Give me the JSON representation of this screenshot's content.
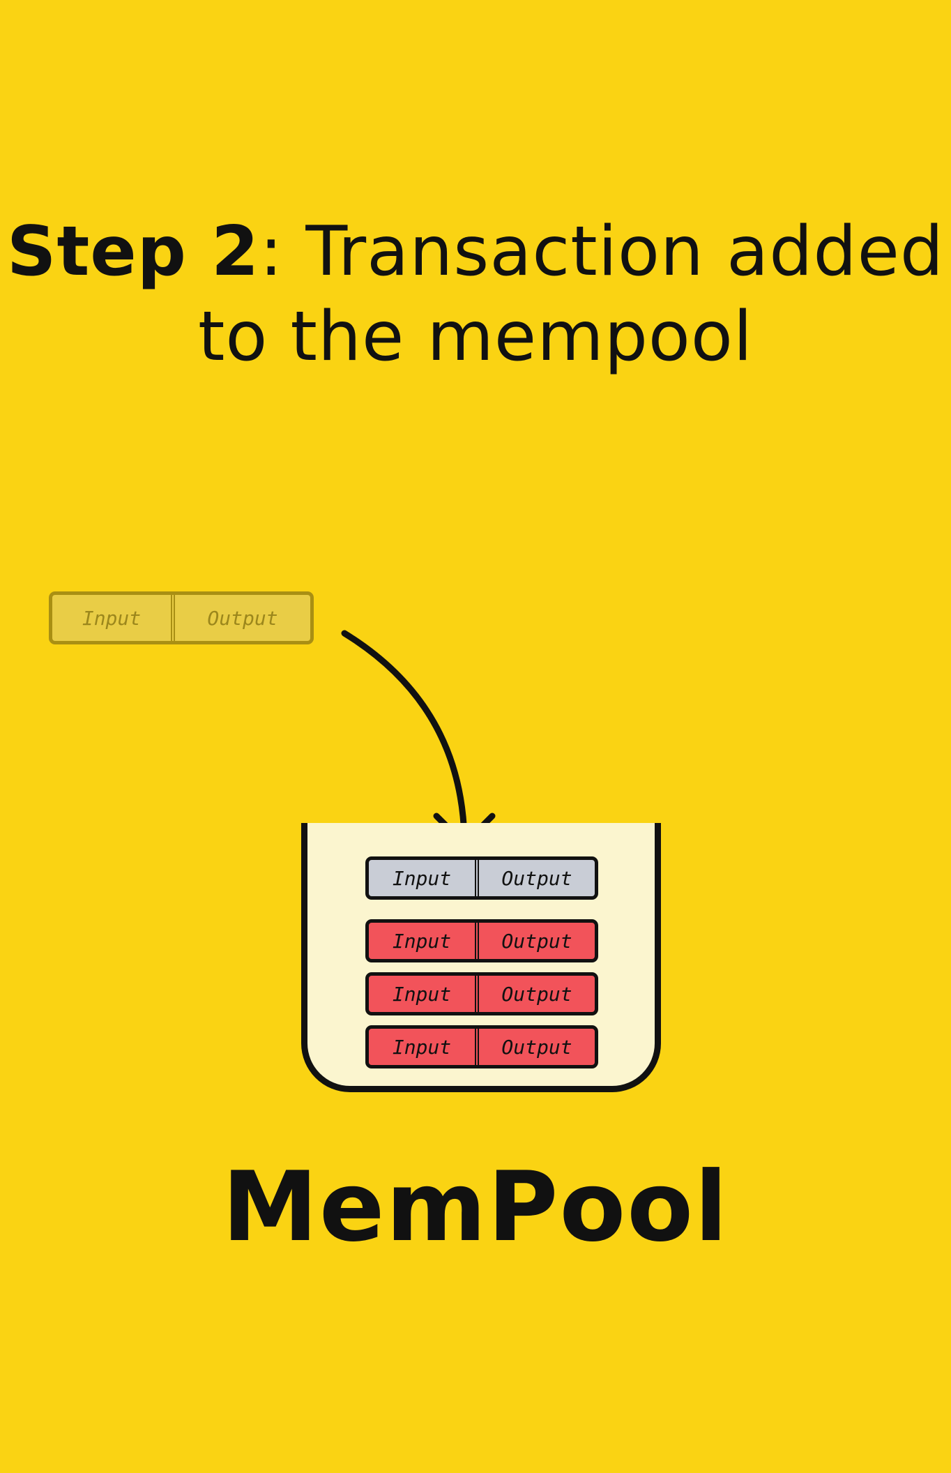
{
  "heading": {
    "step": "Step 2",
    "rest": ": Transaction added to the mempool"
  },
  "incoming_tx": {
    "input_label": "Input",
    "output_label": "Output"
  },
  "mempool": {
    "label": "MemPool",
    "transactions": [
      {
        "input_label": "Input",
        "output_label": "Output",
        "status": "new"
      },
      {
        "input_label": "Input",
        "output_label": "Output",
        "status": "pending"
      },
      {
        "input_label": "Input",
        "output_label": "Output",
        "status": "pending"
      },
      {
        "input_label": "Input",
        "output_label": "Output",
        "status": "pending"
      }
    ]
  },
  "colors": {
    "background": "#FAD313",
    "pool_fill": "#FBF5CF",
    "new_tx": "#C9CDD6",
    "pending_tx": "#F2535A",
    "ghost_tx": "#E7CD4F"
  }
}
